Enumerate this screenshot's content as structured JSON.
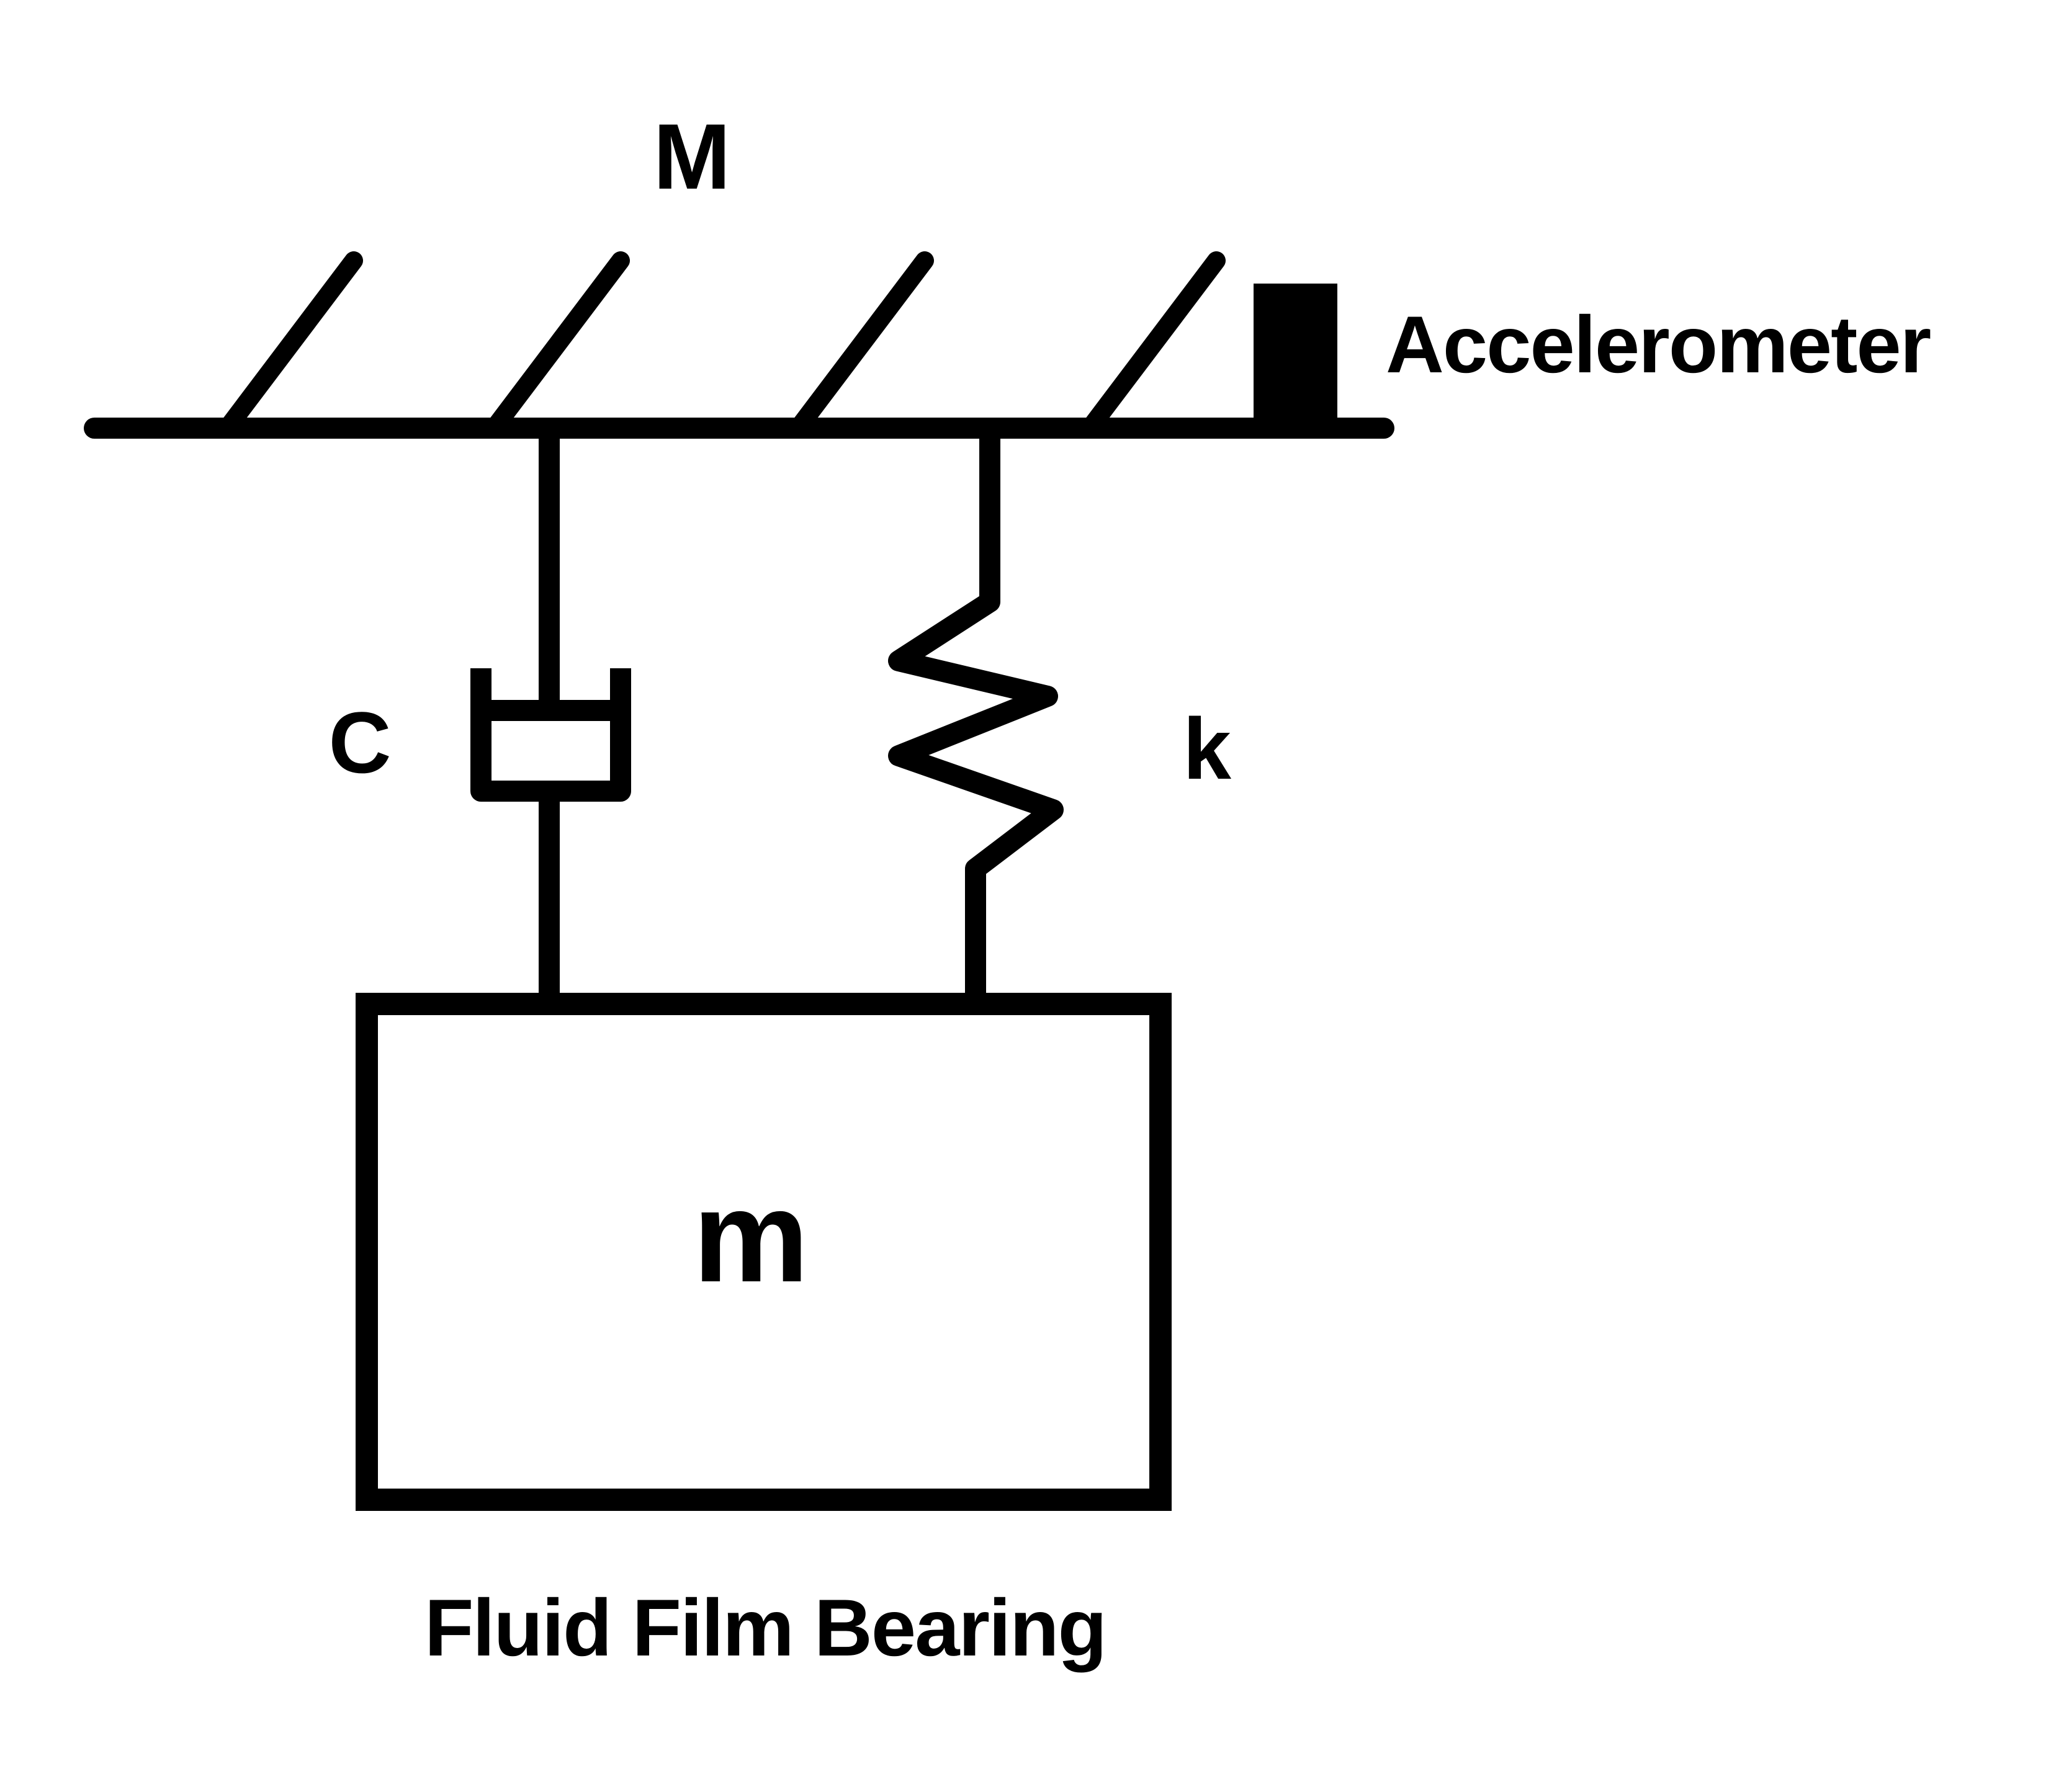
{
  "diagram": {
    "type": "mass-spring-damper schematic",
    "labels": {
      "support_mass": "M",
      "accelerometer": "Accelerometer",
      "damping_coefficient": "C",
      "spring_stiffness": "k",
      "mass": "m",
      "caption": "Fluid Film Bearing"
    },
    "components": [
      "fixed support with hatching",
      "accelerometer block on support",
      "damper (dashpot) C",
      "spring k",
      "mass block m (fluid film bearing)"
    ],
    "colors": {
      "stroke": "#000000",
      "background": "#ffffff"
    }
  }
}
